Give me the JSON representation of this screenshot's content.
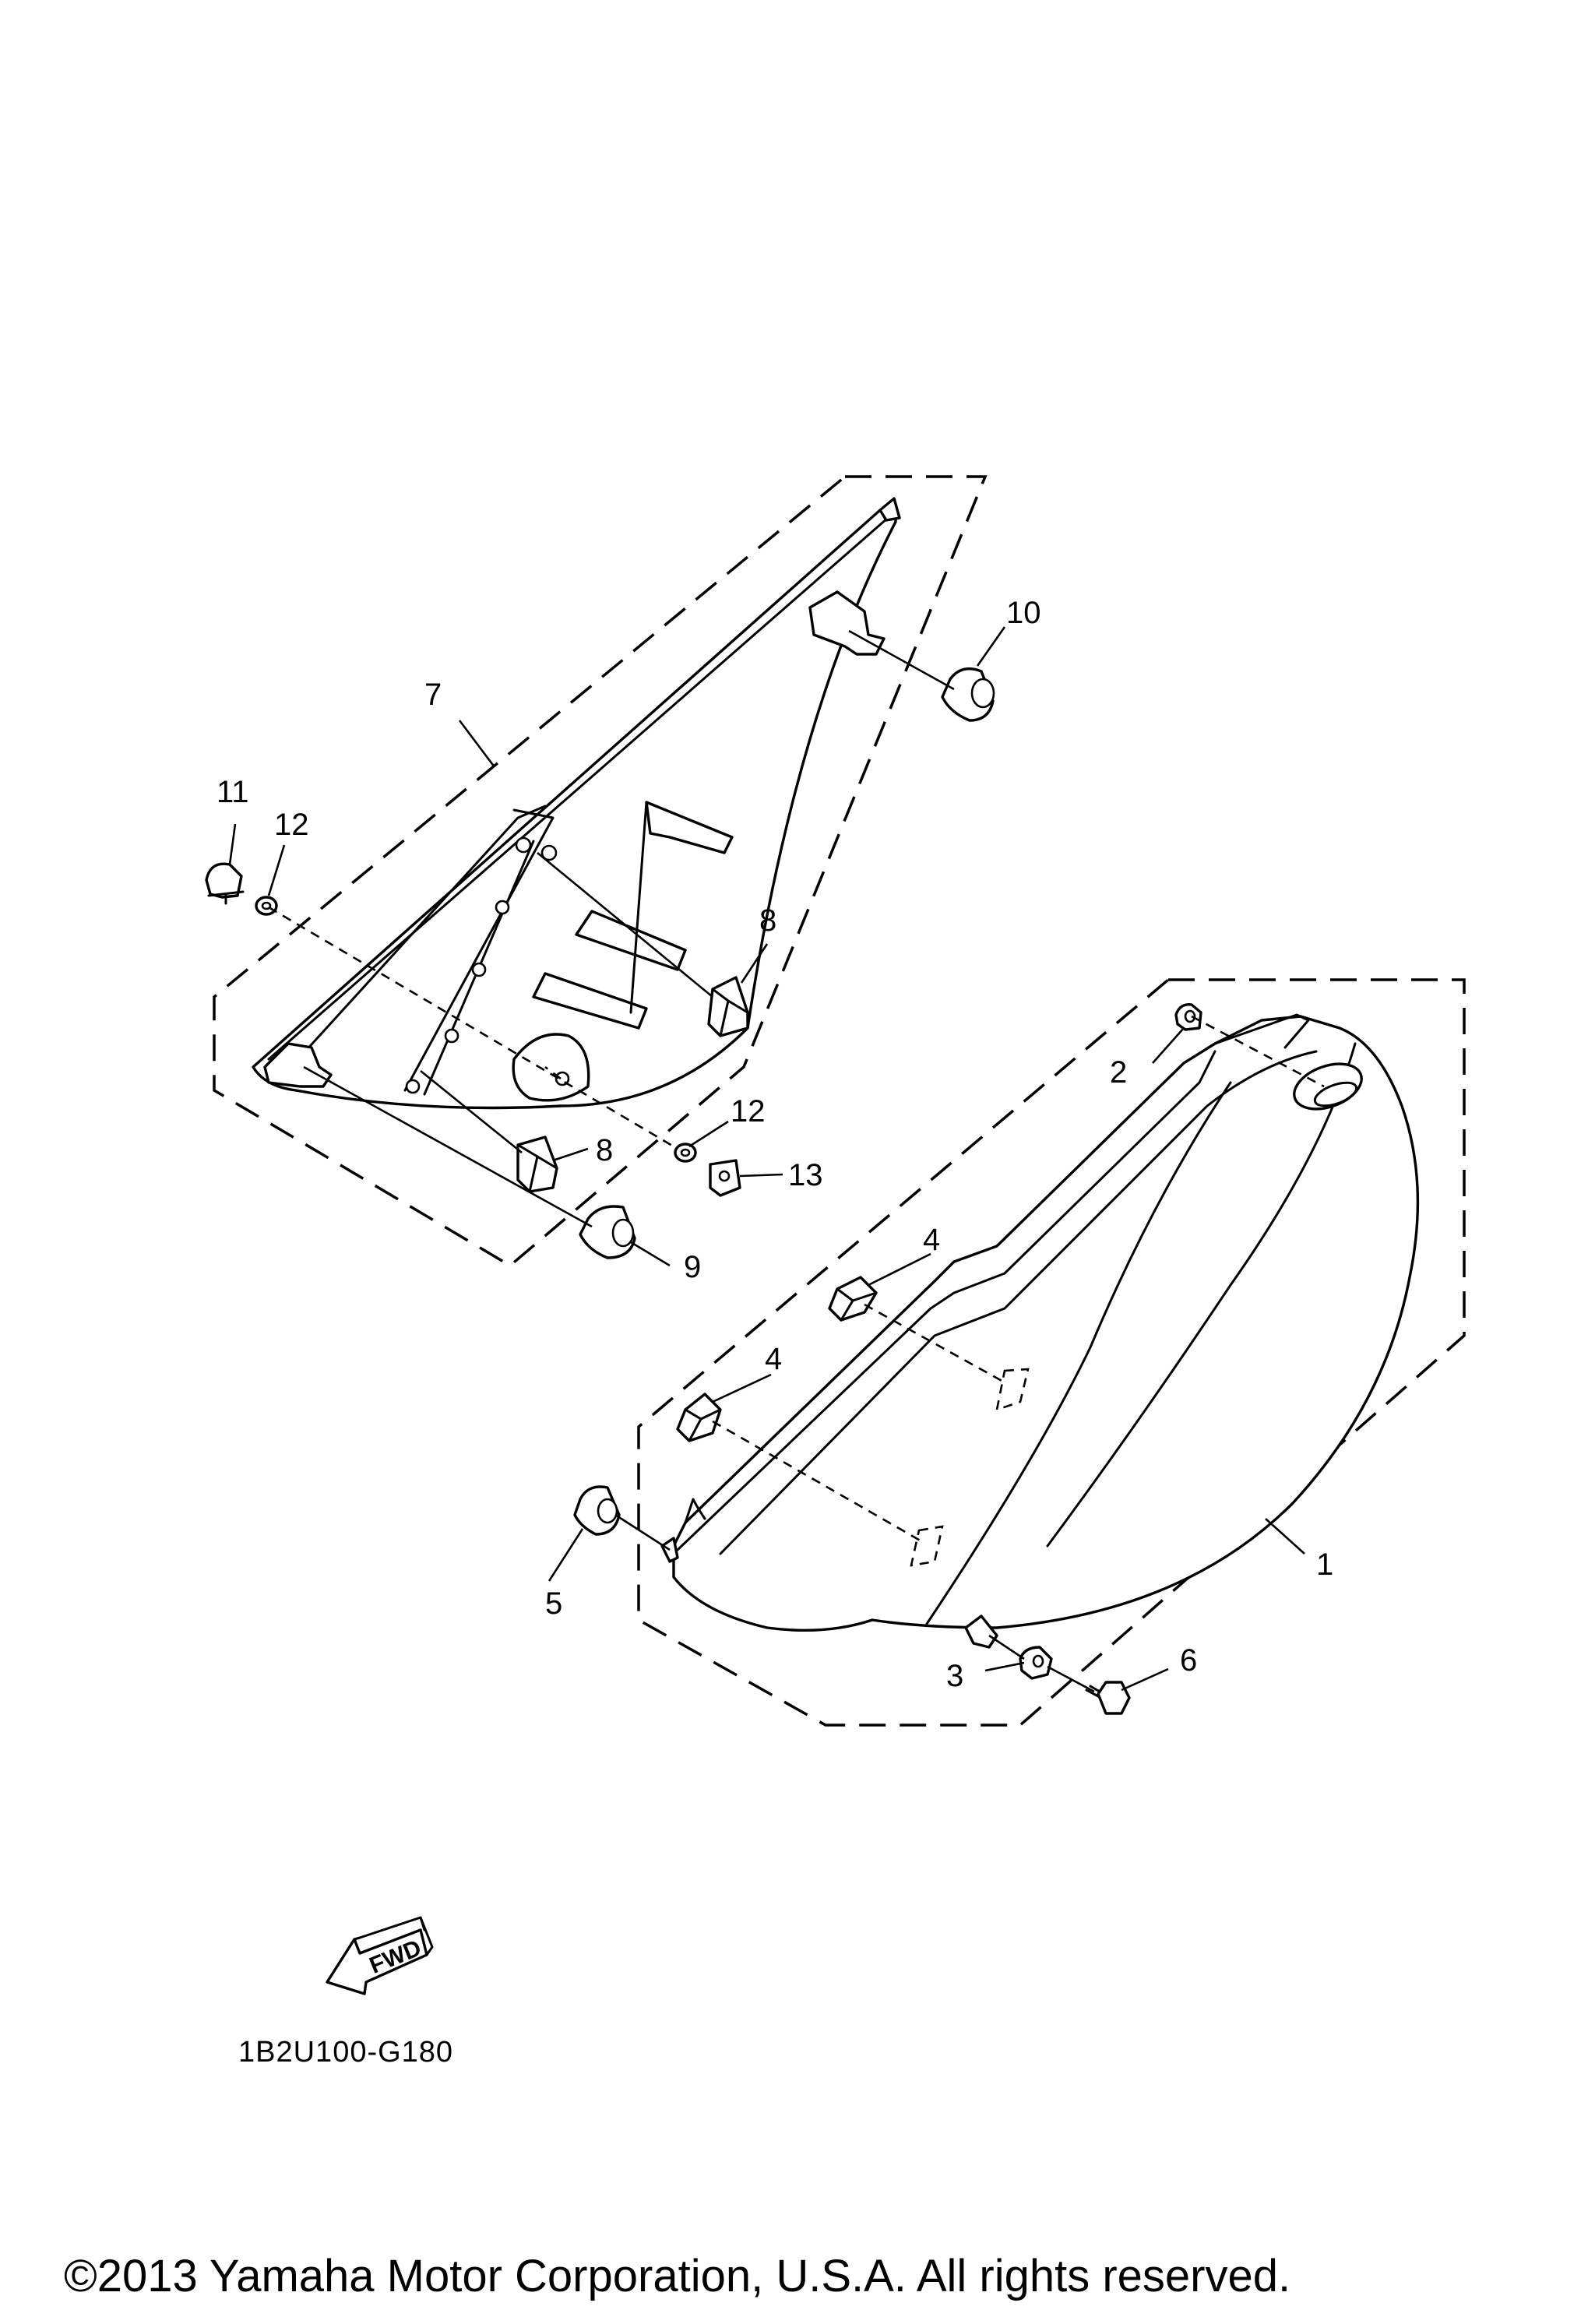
{
  "diagram": {
    "callouts": [
      {
        "id": "1",
        "text": "1"
      },
      {
        "id": "2",
        "text": "2"
      },
      {
        "id": "3",
        "text": "3"
      },
      {
        "id": "4a",
        "text": "4"
      },
      {
        "id": "4b",
        "text": "4"
      },
      {
        "id": "5",
        "text": "5"
      },
      {
        "id": "6",
        "text": "6"
      },
      {
        "id": "7",
        "text": "7"
      },
      {
        "id": "8a",
        "text": "8"
      },
      {
        "id": "8b",
        "text": "8"
      },
      {
        "id": "9",
        "text": "9"
      },
      {
        "id": "10",
        "text": "10"
      },
      {
        "id": "11",
        "text": "11"
      },
      {
        "id": "12a",
        "text": "12"
      },
      {
        "id": "12b",
        "text": "12"
      },
      {
        "id": "13",
        "text": "13"
      }
    ],
    "forward_marker": "FWD",
    "diagram_code": "1B2U100-G180",
    "copyright": "©2013 Yamaha Motor Corporation, U.S.A. All rights reserved."
  }
}
